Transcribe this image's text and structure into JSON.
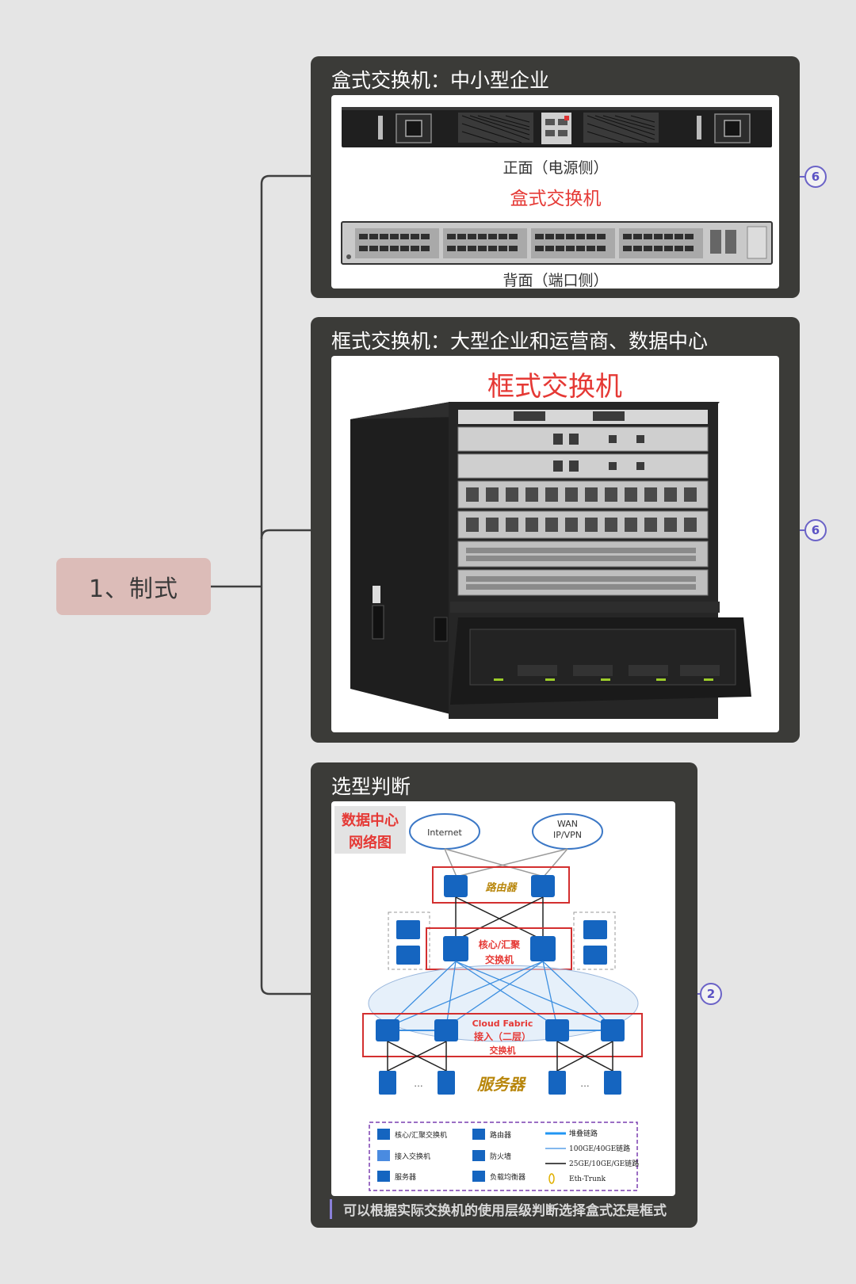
{
  "root": {
    "label": "1、制式"
  },
  "cards": [
    {
      "title": "盒式交换机：中小型企业",
      "badge": "6",
      "image": {
        "front_caption": "正面（电源侧）",
        "center_label": "盒式交换机",
        "back_caption": "背面（端口侧）"
      }
    },
    {
      "title": "框式交换机：大型企业和运营商、数据中心",
      "badge": "6",
      "image": {
        "heading": "框式交换机"
      }
    },
    {
      "title": "选型判断",
      "badge": "2",
      "note": "可以根据实际交换机的使用层级判断选择盒式还是框式",
      "diagram": {
        "title_line1": "数据中心",
        "title_line2": "网络图",
        "cloud_internet": "Internet",
        "cloud_wan_1": "WAN",
        "cloud_wan_2": "IP/VPN",
        "router_group": "路由器",
        "core_group_1": "核心/汇聚",
        "core_group_2": "交换机",
        "fabric_1": "Cloud Fabric",
        "fabric_2": "接入（二层）",
        "fabric_3": "交换机",
        "servers": "服务器",
        "ellipsis": "...",
        "legend": {
          "core": "核心/汇聚交换机",
          "access": "接入交换机",
          "server": "服务器",
          "router": "路由器",
          "firewall": "防火墙",
          "lb": "负载均衡器",
          "stack": "堆叠链路",
          "l100": "100GE/40GE链路",
          "l25": "25GE/10GE/GE链路",
          "eth": "Eth-Trunk"
        }
      }
    }
  ],
  "colors": {
    "background": "#e5e5e5",
    "card": "#3b3b38",
    "root": "#dcbcb8",
    "accent": "#6b63c7",
    "red_label": "#e53935",
    "device_blue": "#1565c0"
  }
}
